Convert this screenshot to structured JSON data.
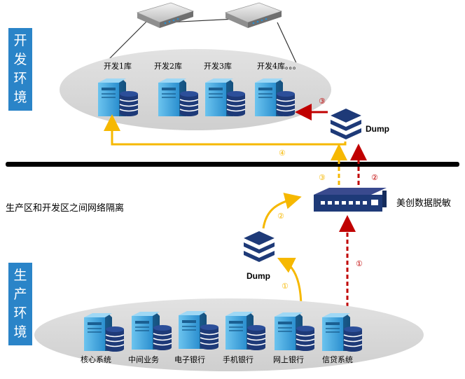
{
  "zones": {
    "dev_label": [
      "开",
      "发",
      "环",
      "境"
    ],
    "prod_label": [
      "生",
      "产",
      "环",
      "境"
    ]
  },
  "isolation_text": "生产区和开发区之间网络隔离",
  "desens_label": "美创数据脱敏",
  "dump_label": "Dump",
  "dev_dbs": [
    "开发1库",
    "开发2库",
    "开发3库",
    "开发4库。。。"
  ],
  "prod_systems": [
    "核心系统",
    "中间业务",
    "电子银行",
    "手机银行",
    "网上银行",
    "信贷系统"
  ],
  "step_numbers": {
    "one": "①",
    "two": "②",
    "three": "③",
    "four": "④"
  },
  "colors": {
    "accent_blue": "#2a84c8",
    "yellow_arrow": "#f6b800",
    "red_arrow": "#c00000",
    "ellipse_fill": "#d7d7d7",
    "server_blue": "#3aa6df",
    "db_navy": "#1e3a78"
  }
}
